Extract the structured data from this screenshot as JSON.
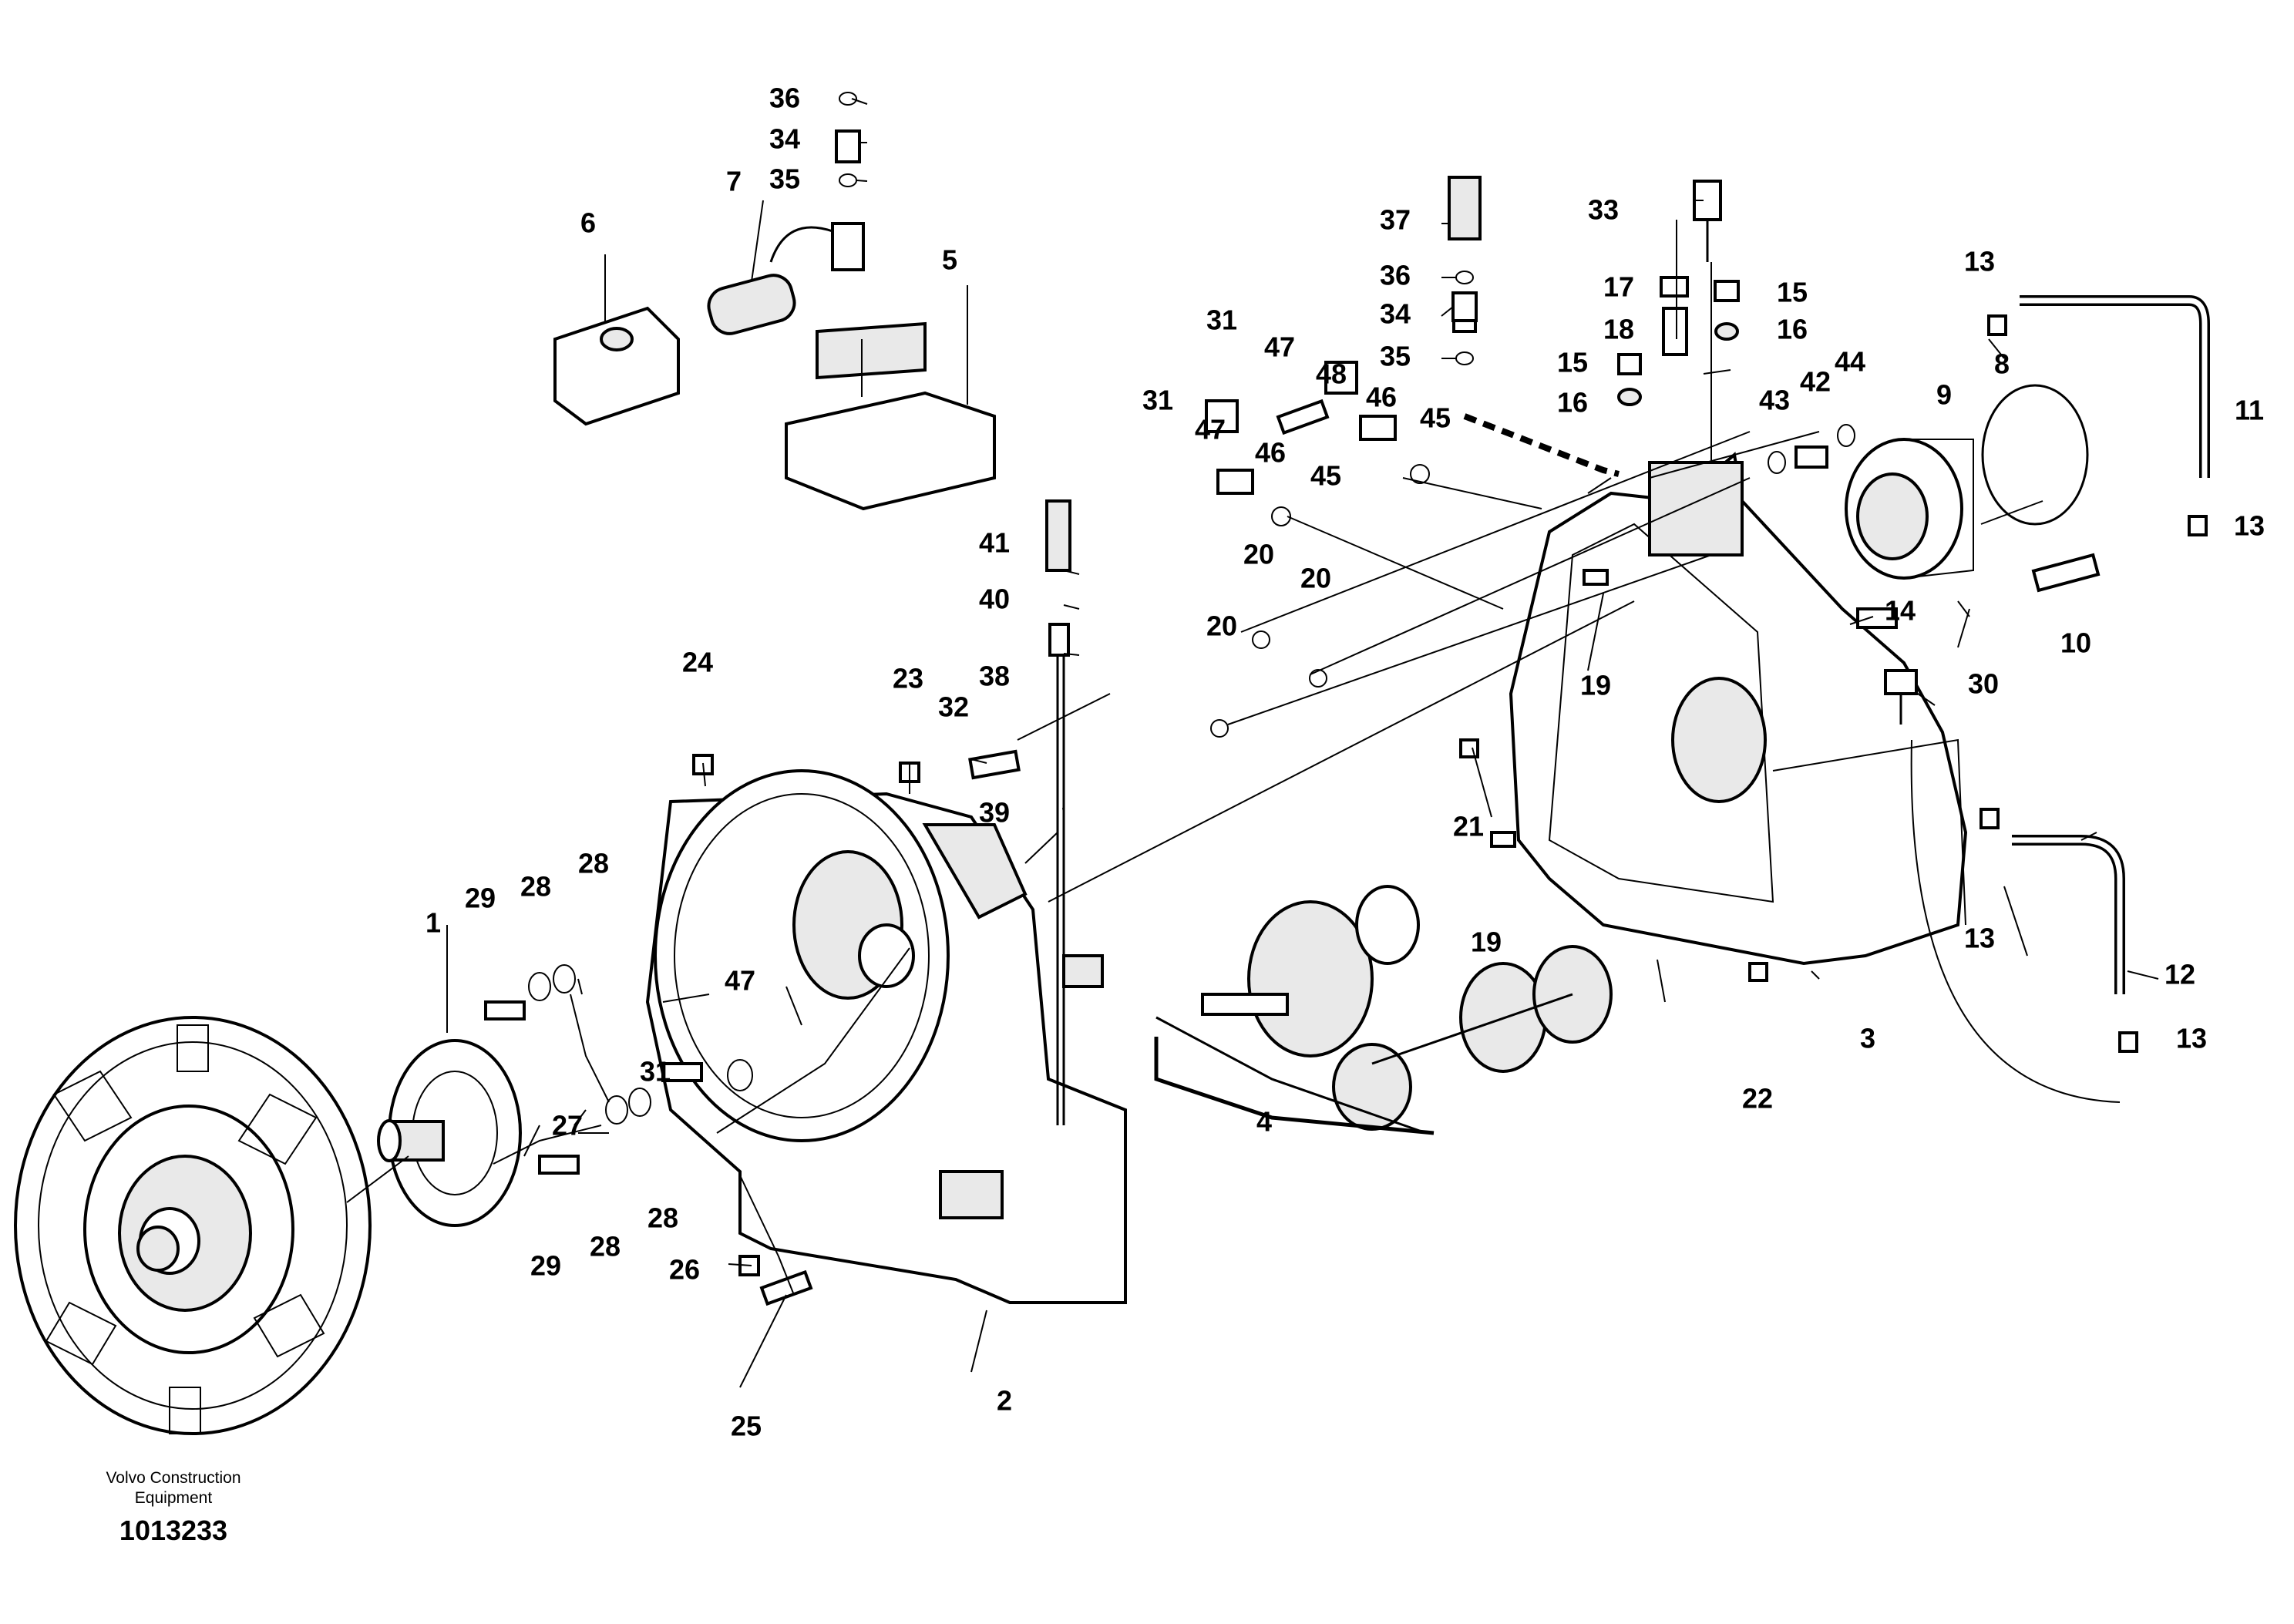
{
  "diagram": {
    "callouts": [
      "1",
      "2",
      "3",
      "4",
      "5",
      "6",
      "7",
      "8",
      "9",
      "10",
      "11",
      "12",
      "13",
      "14",
      "15",
      "16",
      "17",
      "18",
      "19",
      "20",
      "21",
      "22",
      "23",
      "24",
      "25",
      "26",
      "27",
      "28",
      "29",
      "30",
      "31",
      "32",
      "33",
      "34",
      "35",
      "36",
      "37",
      "38",
      "39",
      "40",
      "41",
      "42",
      "43",
      "44",
      "45",
      "46",
      "47",
      "48"
    ]
  },
  "credit": {
    "line1": "Volvo Construction",
    "line2": "Equipment",
    "drawing_number": "1013233"
  }
}
